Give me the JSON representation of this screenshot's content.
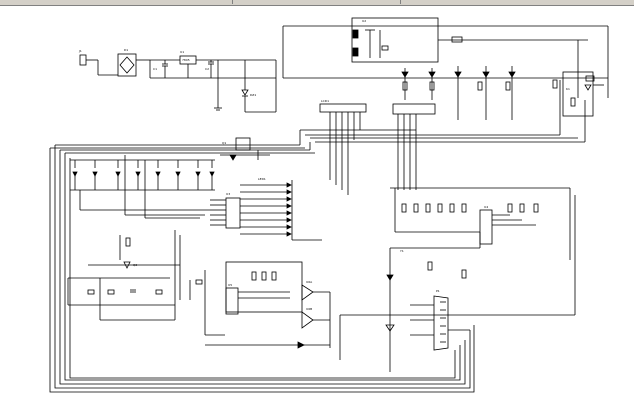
{
  "window": {
    "caption": ""
  },
  "schematic": {
    "stroke_color": "#000000",
    "background": "#ffffff",
    "labels": {
      "connector": "J1",
      "bridge": "D1",
      "regulator": "U1",
      "regulator_value": "7805",
      "cap_c1": "C1",
      "cap_c2": "C2",
      "zener": "DZ1",
      "lcd_header": "LCD1",
      "driver_ic": "U2",
      "mcu": "U3",
      "shift_reg": "U4",
      "port_ic": "U5",
      "opamp1": "U6A",
      "opamp2": "U6B",
      "relay_block": "K1",
      "db_connector": "P1",
      "transistor_q1": "Q1",
      "transistor_q2": "Q2",
      "crystal": "Y1",
      "led_row": "LED1"
    }
  }
}
